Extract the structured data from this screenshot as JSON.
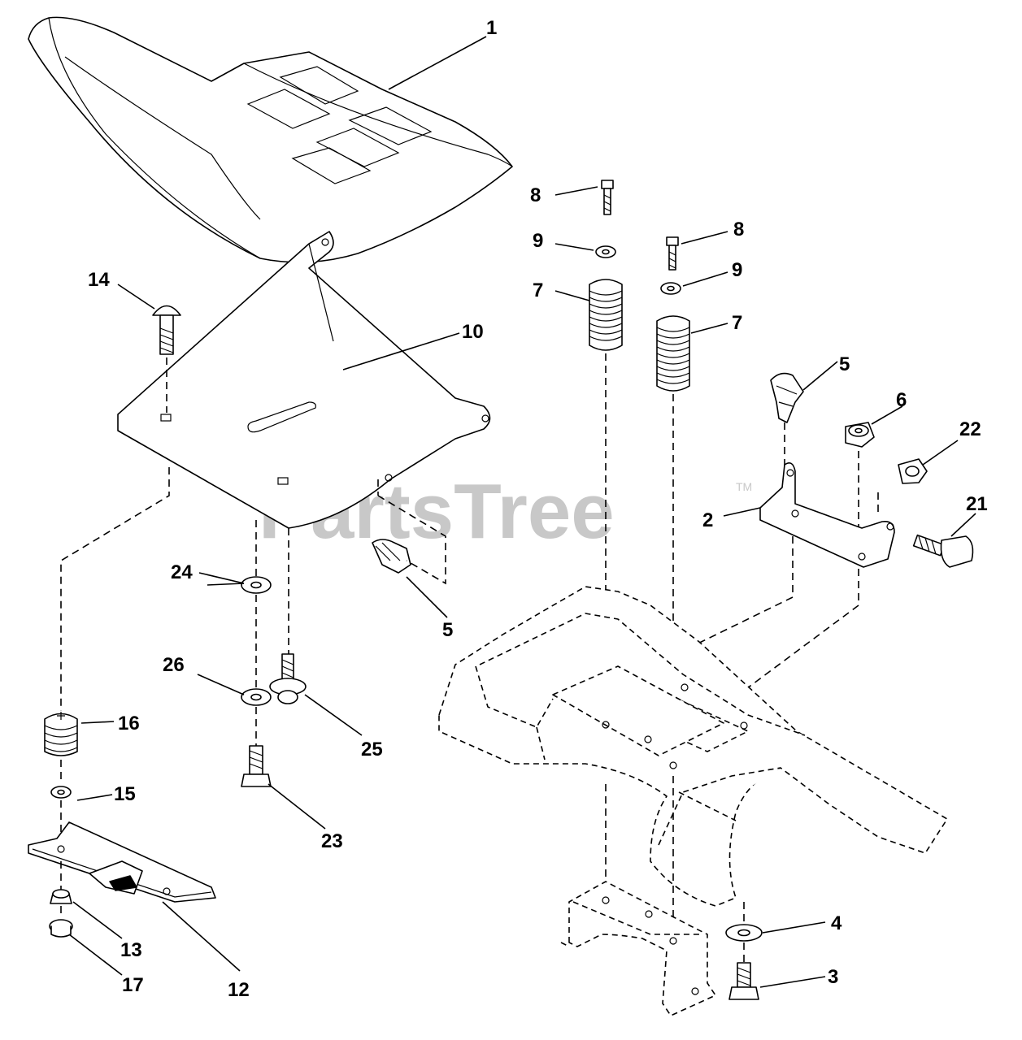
{
  "watermark": {
    "text": "PartsTree",
    "trademark": "TM",
    "color": "#c8c8c8"
  },
  "callouts": {
    "c1": "1",
    "c2": "2",
    "c3": "3",
    "c4": "4",
    "c5a": "5",
    "c5b": "5",
    "c6": "6",
    "c7a": "7",
    "c7b": "7",
    "c8a": "8",
    "c8b": "8",
    "c9a": "9",
    "c9b": "9",
    "c10": "10",
    "c12": "12",
    "c13": "13",
    "c14": "14",
    "c15": "15",
    "c16": "16",
    "c17": "17",
    "c21": "21",
    "c22": "22",
    "c23": "23",
    "c24": "24",
    "c25": "25",
    "c26": "26"
  }
}
